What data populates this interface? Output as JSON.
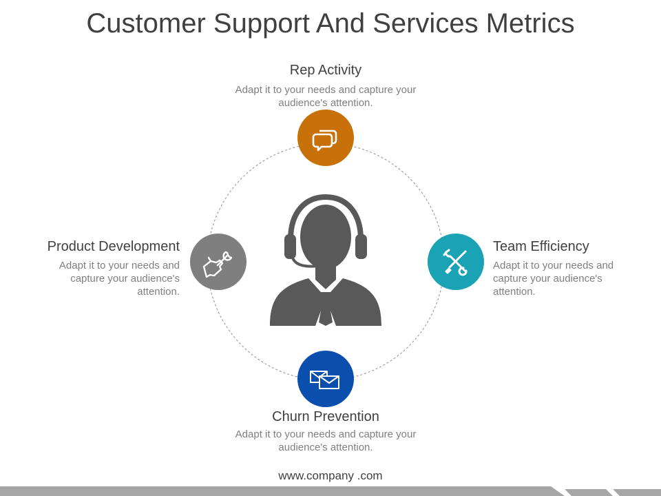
{
  "title": "Customer Support And Services Metrics",
  "colors": {
    "rep": "#c8710a",
    "product": "#7f7f7f",
    "team": "#1aa2b5",
    "churn": "#0b4fae",
    "person": "#595959"
  },
  "nodes": {
    "rep_activity": {
      "title": "Rep Activity",
      "desc_line1": "Adapt it to your needs and capture your",
      "desc_line2": "audience's attention.",
      "icon": "chat-bubbles-icon"
    },
    "product_development": {
      "title": "Product Development",
      "desc_line1": "Adapt it to your needs and",
      "desc_line2": "capture your audience's",
      "desc_line3": "attention.",
      "icon": "hand-wrench-icon"
    },
    "team_efficiency": {
      "title": "Team Efficiency",
      "desc_line1": "Adapt it to your needs and",
      "desc_line2": "capture your audience's",
      "desc_line3": "attention.",
      "icon": "wrench-screwdriver-icon"
    },
    "churn_prevention": {
      "title": "Churn Prevention",
      "desc_line1": "Adapt it to your needs and capture your",
      "desc_line2": "audience's attention.",
      "icon": "envelopes-icon"
    }
  },
  "center_icon": "support-agent-headset-icon",
  "footer": "www.company .com"
}
